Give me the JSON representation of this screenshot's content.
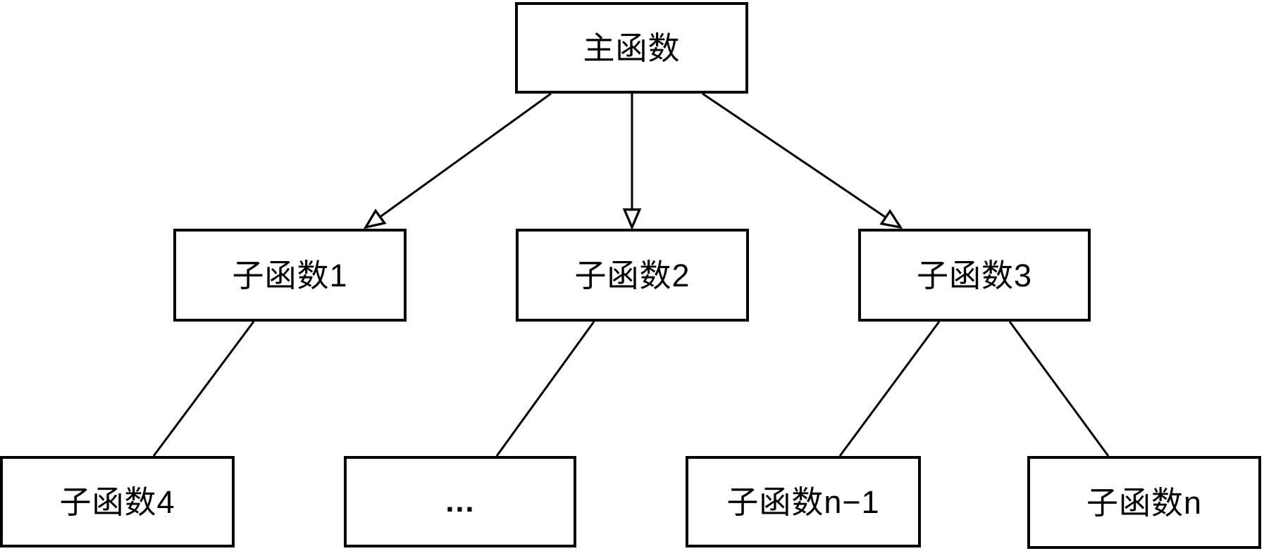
{
  "diagram": {
    "type": "tree",
    "background_color": "#ffffff",
    "line_color": "#000000",
    "box_border_color": "#000000",
    "box_fill_color": "#ffffff",
    "nodes": {
      "main": {
        "label": "主函数"
      },
      "sub1": {
        "label": "子函数1"
      },
      "sub2": {
        "label": "子函数2"
      },
      "sub3": {
        "label": "子函数3"
      },
      "sub4": {
        "label": "子函数4"
      },
      "ellipsis": {
        "label": "…"
      },
      "subn1": {
        "label": "子函数n−1"
      },
      "subn": {
        "label": "子函数n"
      }
    },
    "edges": [
      {
        "from": "main",
        "to": "sub1",
        "arrowhead": "hollow-triangle"
      },
      {
        "from": "main",
        "to": "sub2",
        "arrowhead": "hollow-triangle"
      },
      {
        "from": "main",
        "to": "sub3",
        "arrowhead": "hollow-triangle"
      },
      {
        "from": "sub1",
        "to": "sub4",
        "arrowhead": "none"
      },
      {
        "from": "sub2",
        "to": "ellipsis",
        "arrowhead": "none"
      },
      {
        "from": "sub3",
        "to": "subn1",
        "arrowhead": "none"
      },
      {
        "from": "sub3",
        "to": "subn",
        "arrowhead": "none"
      }
    ]
  }
}
